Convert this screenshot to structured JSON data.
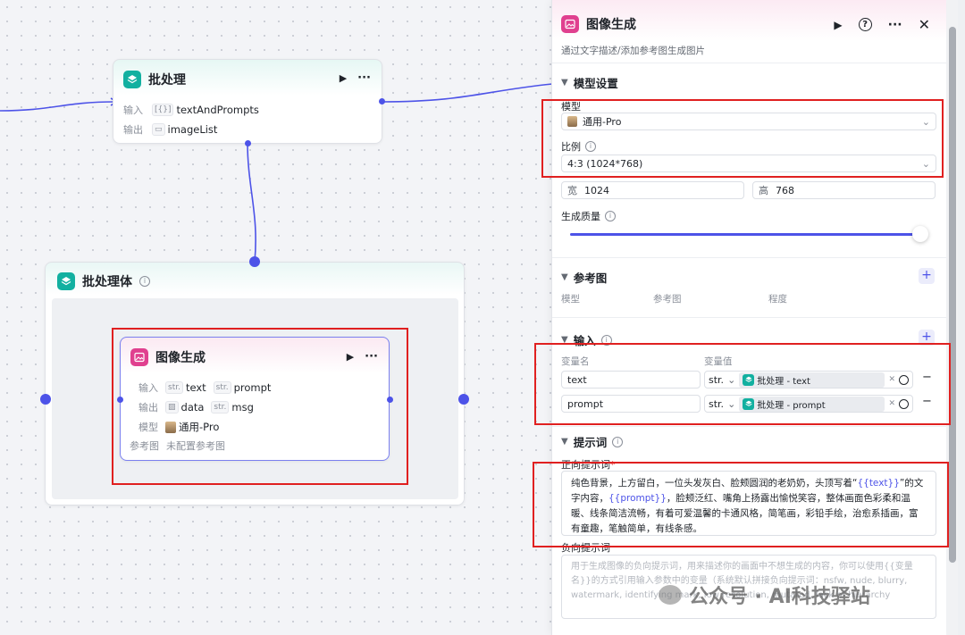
{
  "batch_node": {
    "title": "批处理",
    "input_label": "输入",
    "input_value": "textAndPrompts",
    "input_tag": "[{}]",
    "output_label": "输出",
    "output_value": "imageList"
  },
  "batch_body": {
    "title": "批处理体"
  },
  "image_node": {
    "title": "图像生成",
    "input_label": "输入",
    "input_tag": "str.",
    "input_1": "text",
    "input_2": "prompt",
    "output_label": "输出",
    "output_1": "data",
    "output_2": "msg",
    "model_label": "模型",
    "model_value": "通用-Pro",
    "ref_label": "参考图",
    "ref_value": "未配置参考图"
  },
  "panel": {
    "title": "图像生成",
    "subtitle": "通过文字描述/添加参考图生成图片",
    "model_settings": {
      "section_title": "模型设置",
      "model_label": "模型",
      "model_value": "通用-Pro",
      "ratio_label": "比例",
      "ratio_value": "4:3 (1024*768)",
      "width_label": "宽",
      "width_value": "1024",
      "height_label": "高",
      "height_value": "768",
      "quality_label": "生成质量",
      "quality_level": 0.98
    },
    "reference": {
      "section_title": "参考图",
      "col_model": "模型",
      "col_ref": "参考图",
      "col_degree": "程度"
    },
    "input": {
      "section_title": "输入",
      "col_name": "变量名",
      "col_value": "变量值",
      "rows": [
        {
          "name": "text",
          "type": "str.",
          "source": "批处理 - text"
        },
        {
          "name": "prompt",
          "type": "str.",
          "source": "批处理 - prompt"
        }
      ]
    },
    "prompt": {
      "section_title": "提示词",
      "positive_label": "正向提示词",
      "positive_text_1": "纯色背景，上方留白，一位头发灰白、脸颊圆润的老奶奶，头顶写着“",
      "positive_var_1": "{{text}}",
      "positive_text_2": "”的文字内容，",
      "positive_var_2": "{{prompt}}",
      "positive_text_3": "，脸颊泛红、嘴角上扬露出愉悦笑容，整体画面色彩柔和温暖、线条简洁流畅，有着可爱温馨的卡通风格，简笔画，彩铅手绘，治愈系插画，富有童趣，笔触简单，有线条感。",
      "negative_label": "负向提示词",
      "negative_placeholder": "用于生成图像的负向提示词，用来描述你的画面中不想生成的内容，你可以使用{{变量名}}的方式引用输入参数中的变量（系统默认拼接负向提示词：nsfw, nude, blurry, watermark, identifying mark, low resolution, mutated, lack of hierarchy"
    }
  },
  "watermark": "公众号 · AI科技驿站",
  "colors": {
    "accent": "#4d53e8",
    "highlight": "#e02020",
    "teal": "#12b0a0",
    "pink": "#e0408f"
  }
}
